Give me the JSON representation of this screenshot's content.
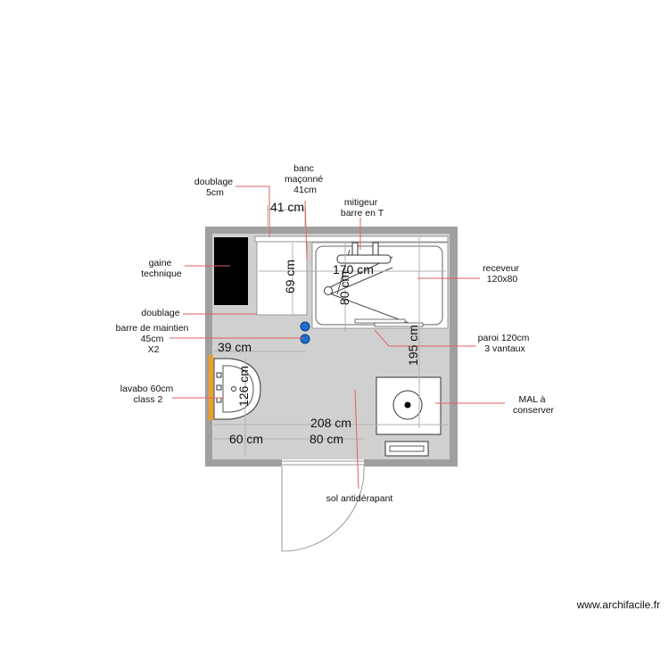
{
  "labels": {
    "doublage_top": [
      "doublage",
      "5cm"
    ],
    "banc": [
      "banc",
      "maçonné",
      "41cm"
    ],
    "mitigeur": [
      "mitigeur",
      "barre en T"
    ],
    "gaine": [
      "gaine",
      "technique"
    ],
    "receveur": [
      "receveur",
      "120x80"
    ],
    "doublage_left": [
      "doublage"
    ],
    "barre": [
      "barre de maintien",
      "45cm",
      "X2"
    ],
    "paroi": [
      "paroi 120cm",
      "3 vantaux"
    ],
    "lavabo": [
      "lavabo 60cm",
      "class 2"
    ],
    "mal": [
      "MAL à",
      "conserver"
    ],
    "sol": [
      "sol antidérapant"
    ]
  },
  "dimensions": {
    "d41": "41 cm",
    "d69": "69 cm",
    "d170": "170 cm",
    "d80v": "80 cm",
    "d39": "39 cm",
    "d126": "126 cm",
    "d195": "195 cm",
    "d208": "208 cm",
    "d60": "60 cm",
    "d80h": "80 cm"
  },
  "brand": "www.archifacile.fr",
  "colors": {
    "wall": "#a0a0a0",
    "floor": "#d0d0d0",
    "leader": "#e06060",
    "dimline": "#b0b0b0",
    "grab_bar": "#1e6fd0",
    "lavabo_frame": "#f0a020"
  }
}
